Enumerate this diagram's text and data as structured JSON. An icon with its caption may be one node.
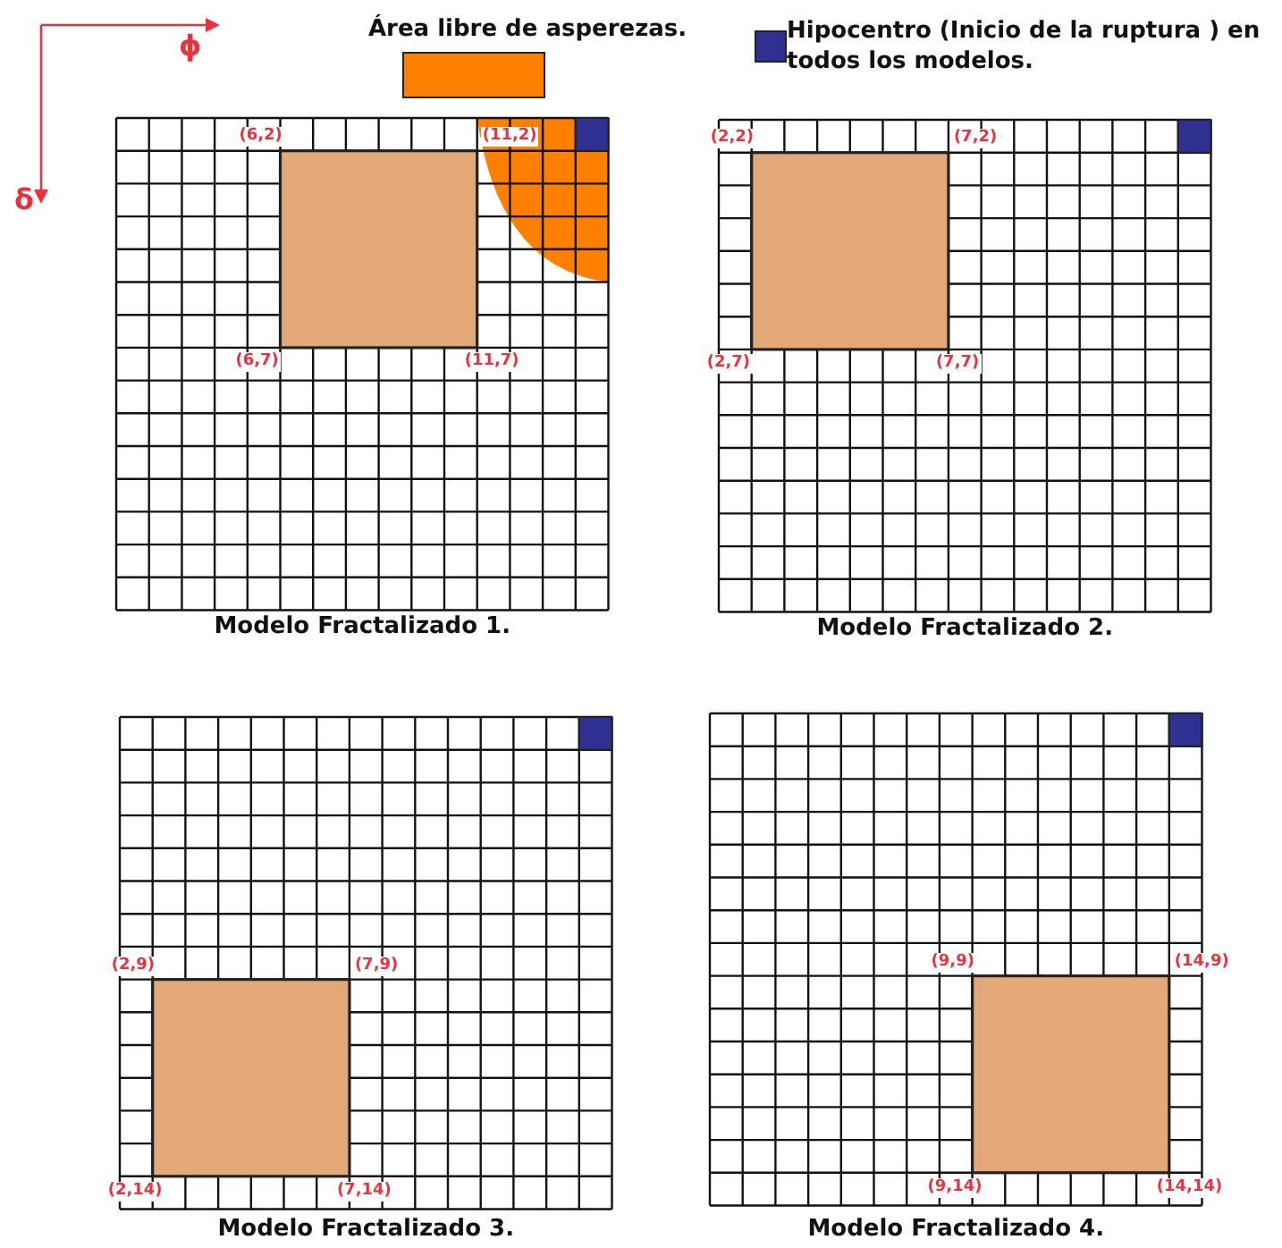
{
  "diagram": {
    "labels": [
      "ϕ",
      "δ",
      "(6,2)",
      "(11,2)",
      "(6,7)",
      "(11,7)",
      "Modelo Fractalizado 1.",
      "(2,2)",
      "(7,2)",
      "(2,7)",
      "(7,7)",
      "Modelo Fractalizado 2.",
      "(2,9)",
      "(7,9)",
      "(2,14)",
      "(7,14)",
      "Modelo Fractalizado 3.",
      "(9,9)",
      "(14,9)",
      "(9,14)",
      "(14,14)",
      "Modelo Fractalizado 4."
    ],
    "legend": [
      {
        "text": "Área libre de asperezas.",
        "color": "#ff8000"
      },
      {
        "text": "Hipocentro (Inicio de la ruptura ) en todos los modelos.",
        "color": "#2e3192"
      }
    ]
  }
}
